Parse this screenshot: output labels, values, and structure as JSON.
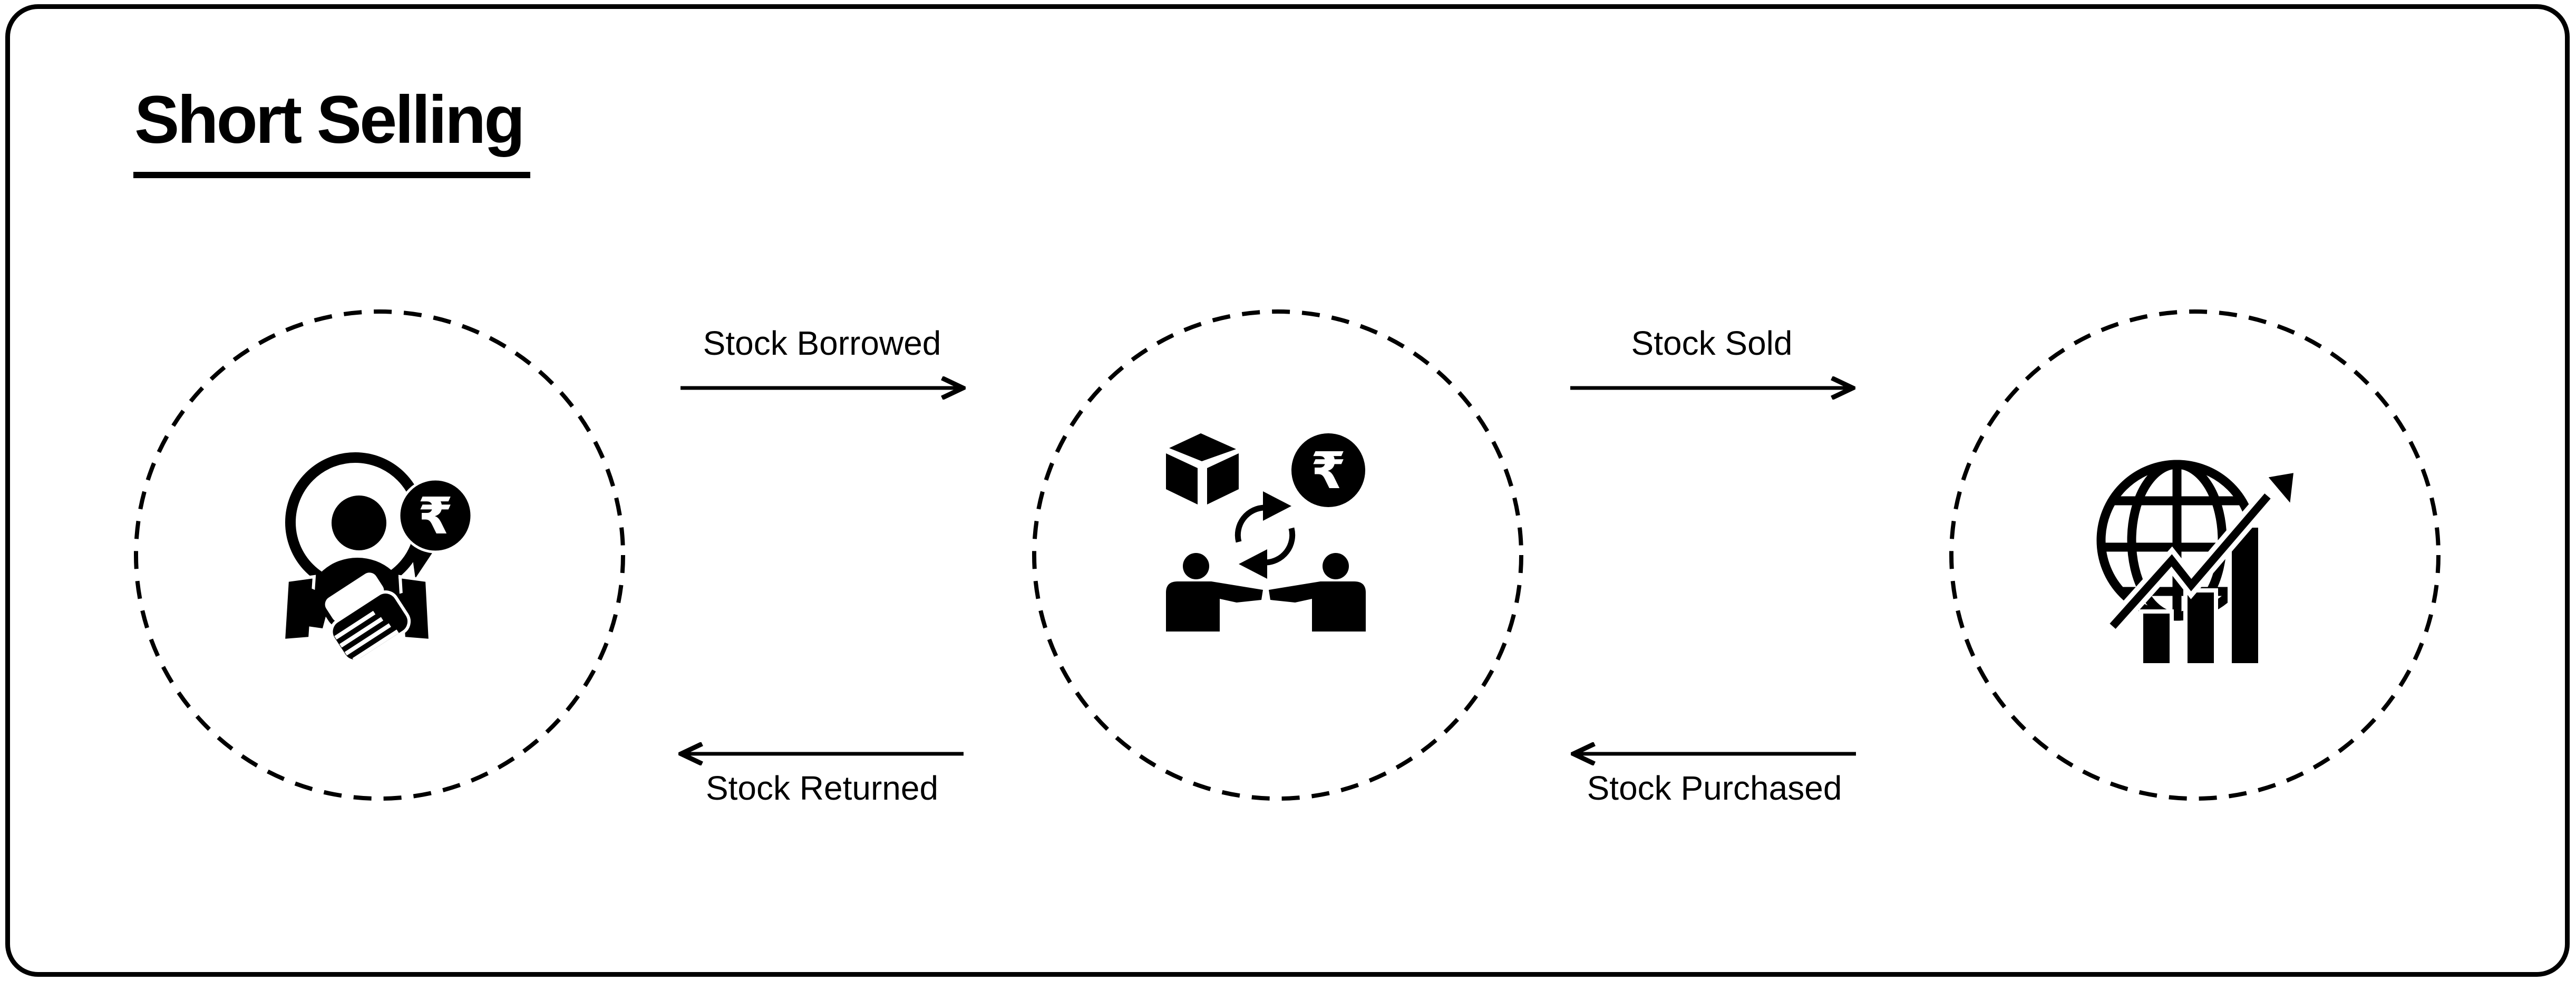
{
  "title": "Short Selling",
  "currency_symbol": "₹",
  "flows": {
    "borrowed": {
      "label": "Stock Borrowed",
      "direction": "right"
    },
    "sold": {
      "label": "Stock Sold",
      "direction": "right"
    },
    "returned": {
      "label": "Stock Returned",
      "direction": "left"
    },
    "purchased": {
      "label": "Stock Purchased",
      "direction": "left"
    }
  },
  "nodes": {
    "lender": {
      "icon": "person-handshake-rupee-icon"
    },
    "trader": {
      "icon": "stock-exchange-trade-icon"
    },
    "market": {
      "icon": "global-market-growth-icon"
    }
  },
  "colors": {
    "ink": "#000000",
    "background": "#ffffff"
  }
}
